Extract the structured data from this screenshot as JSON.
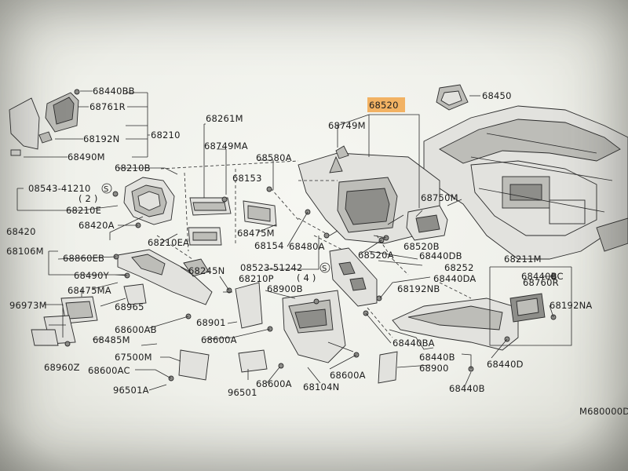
{
  "figure_code": "M680000D",
  "highlight_color": "#f2a64a",
  "labels": {
    "p68440BB": "68440BB",
    "p68761R": "68761R",
    "p68192N": "68192N",
    "p68210": "68210",
    "p68490M": "68490M",
    "p68261M": "68261M",
    "p68749MA": "68749MA",
    "p68520": "68520",
    "p68749M": "68749M",
    "p68450": "68450",
    "p68210B": "68210B",
    "p68580A": "68580A",
    "p68153": "68153",
    "p08543": "08543-41210",
    "p08543q": "( 2 )",
    "p68210E": "68210E",
    "p68750M": "68750M",
    "p68420A": "68420A",
    "p68475M": "68475M",
    "p68420": "68420",
    "p68154": "68154",
    "p68520B": "68520B",
    "p68210EA": "68210EA",
    "p68480A": "68480A",
    "p68106M": "68106M",
    "p68860EB": "68860EB",
    "p68520A": "68520A",
    "p68440DB": "68440DB",
    "p68211M": "68211M",
    "p08523": "08523-51242",
    "p08523q": "( 4 )",
    "p68252": "68252",
    "p68245N": "68245N",
    "p68440DA": "68440DA",
    "p68440BC": "68440BC",
    "p68490Y": "68490Y",
    "p68210P": "68210P",
    "p68760R": "68760R",
    "p68475MA": "68475MA",
    "p68900B": "68900B",
    "p68192NB": "68192NB",
    "p68965": "68965",
    "p96973M": "96973M",
    "p68192NA": "68192NA",
    "p68901": "68901",
    "p68600AB": "68600AB",
    "p68485M": "68485M",
    "p68600A_l": "68600A",
    "p68440BA": "68440BA",
    "p67500M": "67500M",
    "p68440B_m": "68440B",
    "p68440D": "68440D",
    "p68960Z": "68960Z",
    "p68600AC": "68600AC",
    "p68900": "68900",
    "p68600A_r": "68600A",
    "p68104N": "68104N",
    "p68600A_b": "68600A",
    "p68440B_r": "68440B",
    "p96501A": "96501A",
    "p96501": "96501"
  }
}
